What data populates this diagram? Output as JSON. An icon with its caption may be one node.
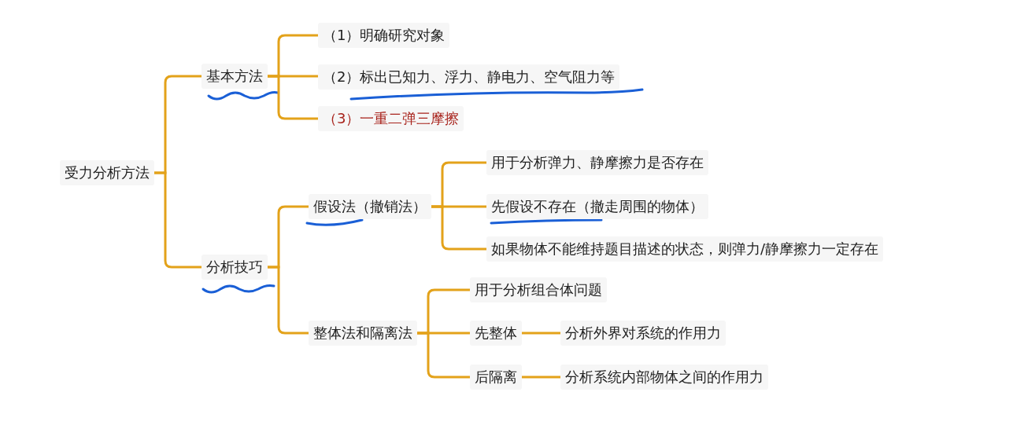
{
  "diagram": {
    "nodes": [
      {
        "text": [
          "受力分析方法"
        ]
      },
      {
        "text": [
          "基本方法"
        ]
      },
      {
        "text": [
          "（1）明确研究对象"
        ]
      },
      {
        "text": [
          "（2）标出已知力、浮力、静电力、空气阻力等"
        ]
      },
      {
        "text": [
          "（3）一重二弹三摩擦"
        ]
      },
      {
        "text": [
          "分析技巧"
        ]
      },
      {
        "text": [
          "假设法（撤销法）"
        ]
      },
      {
        "text": [
          "用于分析弹力、静摩擦力是否存在"
        ]
      },
      {
        "text": [
          "先假设不存在（撤走周围的物体）"
        ]
      },
      {
        "text": [
          "如果物体不能维持题目描述的状态，则弹力/静摩擦力一定存在"
        ]
      },
      {
        "text": [
          "整体法和隔离法"
        ]
      },
      {
        "text": [
          "用于分析组合体问题"
        ]
      },
      {
        "text": [
          "先整体"
        ]
      },
      {
        "text": [
          "分析外界对系统的作用力"
        ]
      },
      {
        "text": [
          "后隔离"
        ]
      },
      {
        "text": [
          "分析系统内部物体之间的作用力"
        ]
      }
    ],
    "edges": [
      {
        "from": 0,
        "to": 1,
        "arrow": "none"
      },
      {
        "from": 0,
        "to": 5,
        "arrow": "none"
      },
      {
        "from": 1,
        "to": 2,
        "arrow": "none"
      },
      {
        "from": 1,
        "to": 3,
        "arrow": "none"
      },
      {
        "from": 1,
        "to": 4,
        "arrow": "none"
      },
      {
        "from": 5,
        "to": 6,
        "arrow": "none"
      },
      {
        "from": 5,
        "to": 10,
        "arrow": "none"
      },
      {
        "from": 6,
        "to": 7,
        "arrow": "none"
      },
      {
        "from": 6,
        "to": 8,
        "arrow": "none"
      },
      {
        "from": 6,
        "to": 9,
        "arrow": "none"
      },
      {
        "from": 10,
        "to": 11,
        "arrow": "none"
      },
      {
        "from": 10,
        "to": 12,
        "arrow": "none"
      },
      {
        "from": 10,
        "to": 14,
        "arrow": "none"
      },
      {
        "from": 12,
        "to": 13,
        "arrow": "none"
      },
      {
        "from": 14,
        "to": 15,
        "arrow": "none"
      }
    ]
  }
}
